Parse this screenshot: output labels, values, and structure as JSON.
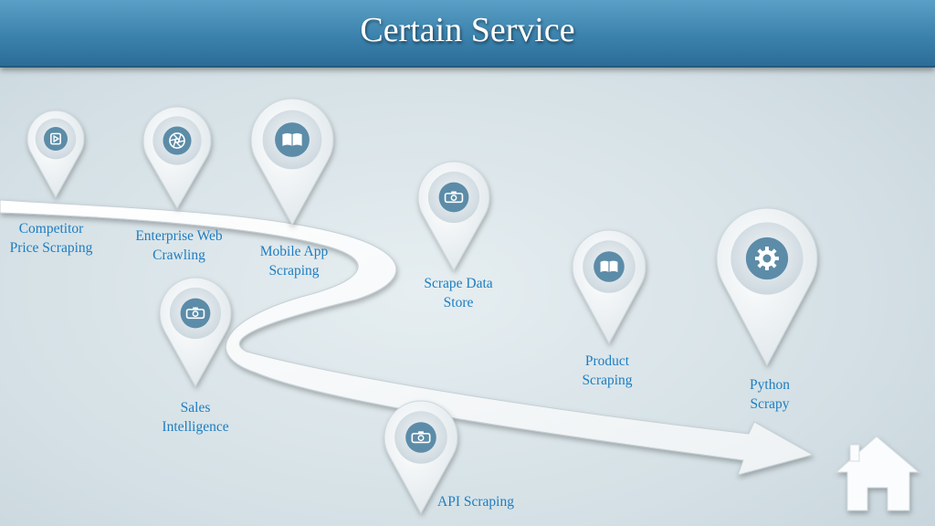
{
  "slide": {
    "title": "Certain Service"
  },
  "pins": [
    {
      "label": "Competitor\nPrice Scraping",
      "icon": "play-icon"
    },
    {
      "label": "Enterprise Web\nCrawling",
      "icon": "aperture-icon"
    },
    {
      "label": "Mobile App\nScraping",
      "icon": "book-icon"
    },
    {
      "label": "Scrape Data\nStore",
      "icon": "camera-icon"
    },
    {
      "label": "Sales\nIntelligence",
      "icon": "camera-icon"
    },
    {
      "label": "Product\nScraping",
      "icon": "book-icon"
    },
    {
      "label": "Python\nScrapy",
      "icon": "gear-icon"
    },
    {
      "label": "API Scraping",
      "icon": "camera-icon"
    }
  ],
  "icons": {
    "home": "home-icon"
  },
  "colors": {
    "header": "#3b82ad",
    "label_text": "#1e7dc0",
    "icon_circle": "#5c8ca8"
  }
}
